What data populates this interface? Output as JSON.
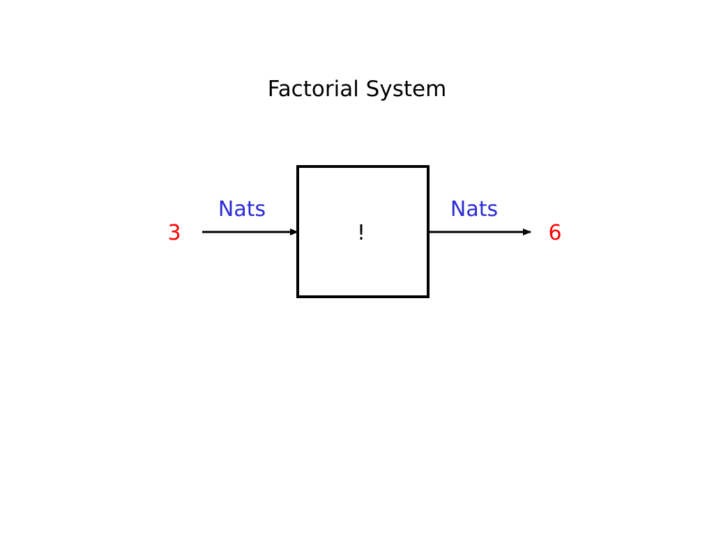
{
  "title": "Factorial System",
  "system": {
    "operator": "!"
  },
  "input": {
    "type_label": "Nats",
    "value": "3"
  },
  "output": {
    "type_label": "Nats",
    "value": "6"
  },
  "colors": {
    "type_label": "#2b2bd6",
    "value": "#ff0000",
    "box": "#000000",
    "arrow": "#000000",
    "title": "#000000"
  }
}
